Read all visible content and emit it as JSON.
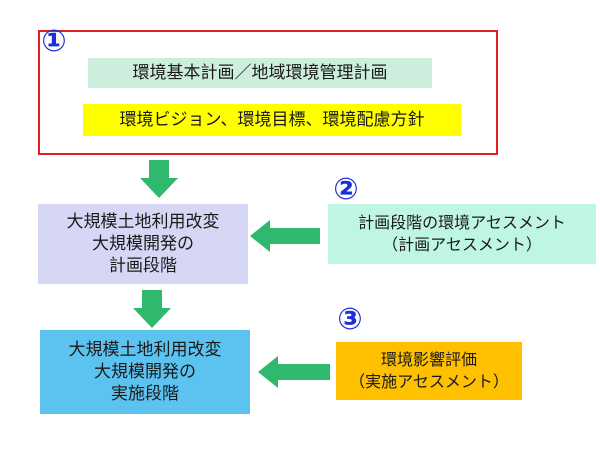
{
  "colors": {
    "red_frame": "#e02020",
    "number_blue": "#1b2fd6",
    "green_arrow": "#2fb86e",
    "plan_label_bg": "#cdeedd",
    "vision_label_bg": "#ffff00",
    "lavender": "#d6d6f5",
    "blue": "#5cc3f0",
    "mint": "#bff5e3",
    "orange": "#ffc000"
  },
  "step1": {
    "number": "①",
    "plan_label": "環境基本計画／地域環境管理計画",
    "vision_label": "環境ビジョン、環境目標、環境配慮方針"
  },
  "step2": {
    "number": "②",
    "lines": [
      "計画段階の環境アセスメント",
      "（計画アセスメント）"
    ]
  },
  "step3": {
    "number": "③",
    "lines": [
      "環境影響評価",
      "（実施アセスメント）"
    ]
  },
  "planning_box": {
    "lines": [
      "大規模土地利用改変",
      "大規模開発の",
      "計画段階"
    ]
  },
  "implementation_box": {
    "lines": [
      "大規模土地利用改変",
      "大規模開発の",
      "実施段階"
    ]
  }
}
